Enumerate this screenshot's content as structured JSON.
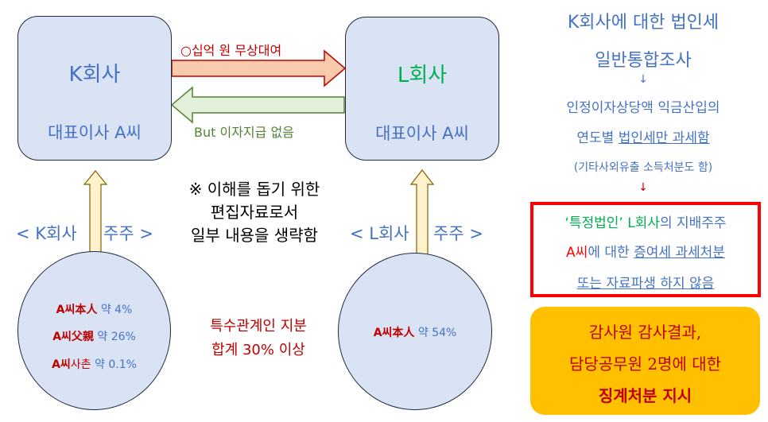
{
  "k_company": {
    "name": "K회사",
    "ceo": "대표이사 A씨"
  },
  "l_company": {
    "name": "L회사",
    "ceo": "대표이사 A씨"
  },
  "arrows": {
    "loan_label": "○십억 원 무상대여",
    "interest_label": "But 이자지급 없음"
  },
  "note": {
    "line1": "※ 이해를 돕기 위한",
    "line2": "편집자료로서",
    "line3": "일부 내용을 생략함"
  },
  "k_shareholders": {
    "label_left": "< K회사",
    "label_right": "주주 >",
    "rows": [
      {
        "who_main": "A씨",
        "who_kanji": "本人",
        "share": "약 4%"
      },
      {
        "who_main": "A씨",
        "who_kanji": "父親",
        "share": "약 26%"
      },
      {
        "who_main": "A씨",
        "who_kanji": "사촌",
        "share": "약 0.1%"
      }
    ]
  },
  "special_relation": {
    "line1": "특수관계인 지분",
    "line2": "합계 30% 이상"
  },
  "l_shareholders": {
    "label_left": "< L회사",
    "label_right": "주주 >",
    "rows": [
      {
        "who_main": "A씨",
        "who_kanji": "本人",
        "share": "약 54%"
      }
    ]
  },
  "audit": {
    "title_line1": "K회사에 대한 법인세",
    "title_line2": "일반통합조사",
    "arrow1": "↓",
    "result_line1": "인정이자상당액 익금산입의",
    "result_line2_pre": "연도별 ",
    "result_line2_u": "법인세만 과세함",
    "result_line3": "(기타사외유출 소득처분도 함)",
    "arrow2": "↓"
  },
  "redbox": {
    "l1_a": "‘특정법인’ ",
    "l1_b": "L회사",
    "l1_c": "의 지배주주",
    "l2_a": "A씨",
    "l2_b": "에 대한 ",
    "l2_c": "증여세 과세처분",
    "l3": "또는 자료파생 하지 않음"
  },
  "orange_box": {
    "line1": "감사원 감사결과,",
    "line2": "담당공무원 2명에 대한",
    "line3": "징계처분 지시"
  },
  "colors": {
    "box_fill": "#dae3f3",
    "blue_text": "#4472c4",
    "red_text": "#c00000",
    "green_text": "#00b050",
    "loan_arrow_fill": "#f8cbad",
    "loan_arrow_stroke": "#c00000",
    "return_arrow_fill": "#e2efda",
    "return_arrow_stroke": "#548235",
    "share_arrow_fill": "#fff2cc",
    "redbox_border": "#ff0000",
    "orange_fill": "#ffc000"
  }
}
